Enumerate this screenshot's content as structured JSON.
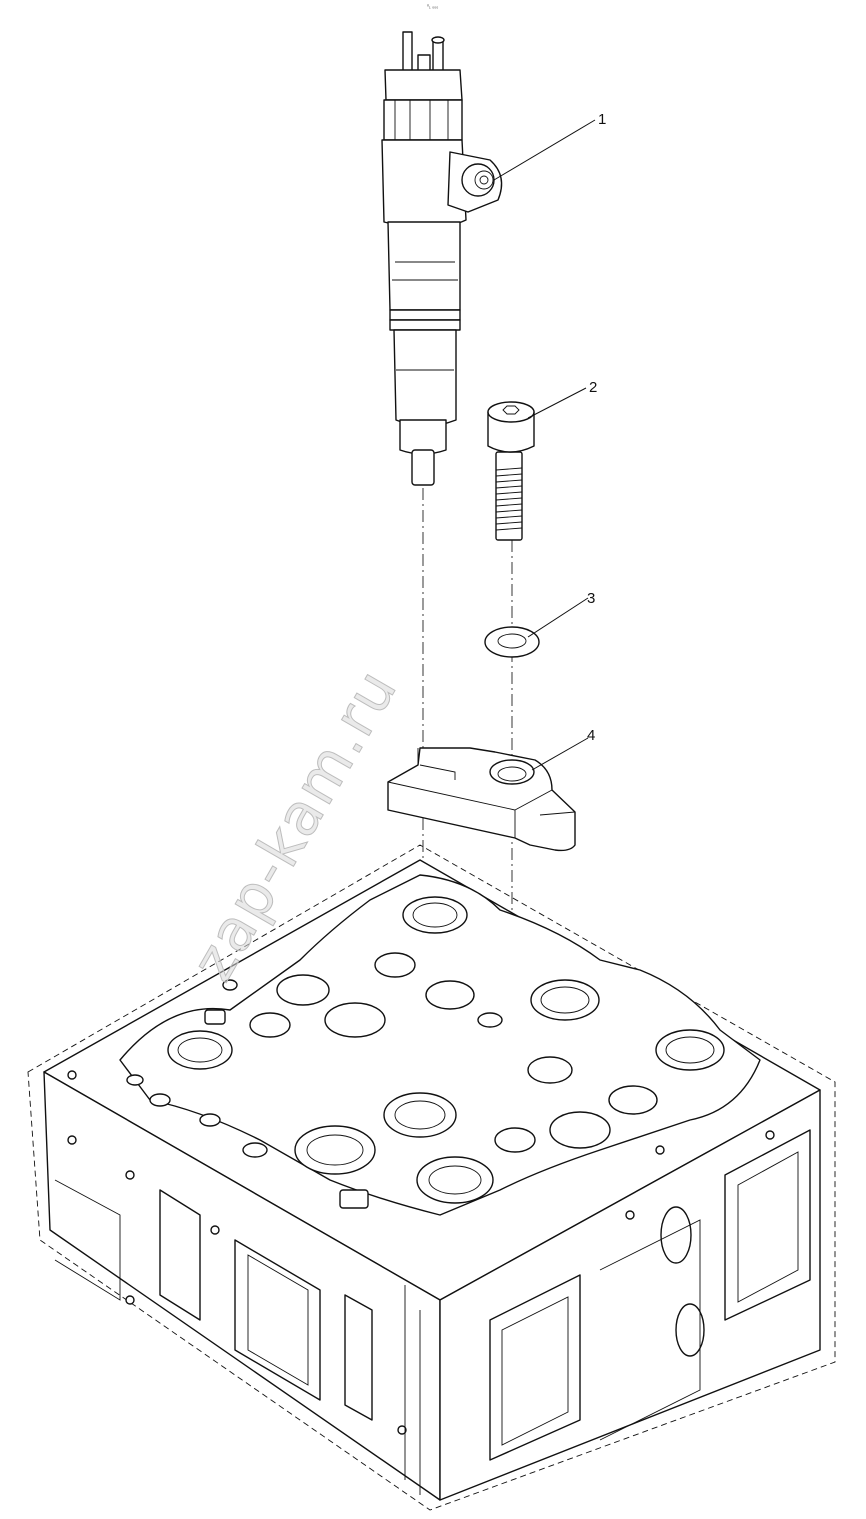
{
  "diagram": {
    "type": "exploded parts drawing",
    "top_mark": "⁰₁ ₀₀₀",
    "watermark": "zap-kam.ru",
    "callouts": [
      {
        "label": "1",
        "part": "fuel-injector"
      },
      {
        "label": "2",
        "part": "cap-screw"
      },
      {
        "label": "3",
        "part": "washer"
      },
      {
        "label": "4",
        "part": "clamp-bracket"
      }
    ]
  }
}
